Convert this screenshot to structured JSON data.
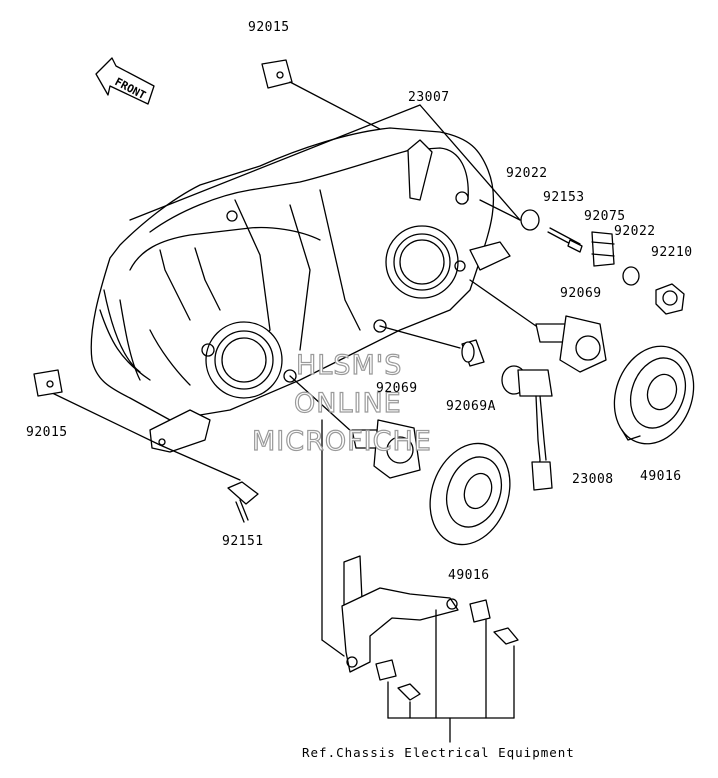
{
  "direction_marker": "FRONT",
  "watermark": [
    "HLSM'S",
    "ONLINE",
    "MICROFICHE"
  ],
  "reference_note": "Ref.Chassis Electrical Equipment",
  "part_labels": {
    "p92015_top": "92015",
    "p23007": "23007",
    "p92022_a": "92022",
    "p92153": "92153",
    "p92075": "92075",
    "p92022_b": "92022",
    "p92210": "92210",
    "p92069_right": "92069",
    "p92069_center": "92069",
    "p92069a": "92069A",
    "p92015_left": "92015",
    "p23008": "23008",
    "p49016_right": "49016",
    "p92151": "92151",
    "p49016_bottom": "49016"
  },
  "colors": {
    "line": "#000000",
    "watermark_stroke": "#9a9a9a",
    "background": "#ffffff"
  }
}
